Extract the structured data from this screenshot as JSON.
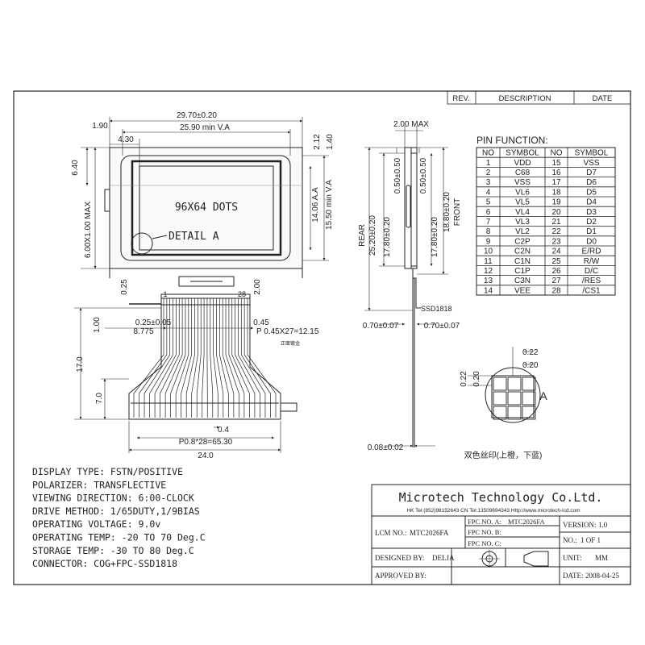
{
  "revision_header": {
    "rev": "REV.",
    "description": "DESCRIPTION",
    "date": "DATE"
  },
  "front_view": {
    "width_total": "29.70±0.20",
    "left_margin": "1.90",
    "va_width": "25.90 min V.A",
    "aa_left": "4.30",
    "top_gap": "2.12",
    "top_edge": "1.40",
    "top_height": "6.40",
    "total_height": "6.00X1.00 MAX",
    "aa_height": "14.06 A.A",
    "va_height": "15.50 min V.A",
    "dots_label": "96X64  DOTS",
    "detail_label": "DETAIL  A",
    "fpc_left_w": "0.25",
    "fpc_right_w": "2.00",
    "fpc_top": "1.00",
    "pin1": "1",
    "pin28": "28",
    "pad_w": "0.25±0.05",
    "offset": "8.775",
    "pitch_h": "0.45",
    "pitch_calc": "P 0.45X27=12.15",
    "stiffener_note": "正面镀金",
    "fpc_len": "17.0",
    "fpc_tail": "7.0",
    "finger_w": "0.4",
    "finger_pitch": "P0.8*28=65.30",
    "fpc_width": "24.0"
  },
  "side_view": {
    "max_thickness": "2.00 MAX",
    "rear_label": "REAR",
    "front_label": "FRONT",
    "total_h": "25.20±0.20",
    "glass_h": "17.80±0.20",
    "front_h": "18.80±0.20",
    "gap_left": "0.50±0.50",
    "gap_right": "0.50±0.50",
    "ic_label": "SSD1818",
    "thick_left": "0.70±0.07",
    "thick_right": "0.70±0.07",
    "fpc_thick": "0.08±0.02",
    "silk_note": "双色丝印(上橙，下蓝)"
  },
  "detail_a": {
    "label": "A",
    "d1": "0.22",
    "d2": "0.20",
    "d3": "0.22",
    "d4": "0.20"
  },
  "pin_function": {
    "title": "PIN FUNCTION:",
    "headers": [
      "NO",
      "SYMBOL",
      "NO",
      "SYMBOL"
    ],
    "rows": [
      [
        "1",
        "VDD",
        "15",
        "VSS"
      ],
      [
        "2",
        "C68",
        "16",
        "D7"
      ],
      [
        "3",
        "VSS",
        "17",
        "D6"
      ],
      [
        "4",
        "VL6",
        "18",
        "D5"
      ],
      [
        "5",
        "VL5",
        "19",
        "D4"
      ],
      [
        "6",
        "VL4",
        "20",
        "D3"
      ],
      [
        "7",
        "VL3",
        "21",
        "D2"
      ],
      [
        "8",
        "VL2",
        "22",
        "D1"
      ],
      [
        "9",
        "C2P",
        "23",
        "D0"
      ],
      [
        "10",
        "C2N",
        "24",
        "E/RD"
      ],
      [
        "11",
        "C1N",
        "25",
        "R/W"
      ],
      [
        "12",
        "C1P",
        "26",
        "D/C"
      ],
      [
        "13",
        "C3N",
        "27",
        "/RES"
      ],
      [
        "14",
        "VEE",
        "28",
        "/CS1"
      ]
    ]
  },
  "specs": [
    "DISPLAY TYPE: FSTN/POSITIVE",
    "POLARIZER: TRANSFLECTIVE",
    "VIEWING DIRECTION: 6:00-CLOCK",
    "DRIVE METHOD: 1/65DUTY,1/9BIAS",
    "OPERATING VOLTAGE: 9.0v",
    "OPERATING TEMP: -20 TO 70 Deg.C",
    "STORAGE TEMP: -30 TO 80 Deg.C",
    "CONNECTOR: COG+FPC-SSD1818"
  ],
  "title_block": {
    "company": "Microtech Technology Co.Ltd.",
    "contact": "HK Tel:(852)98152643   CN Tel:13509694343   Http://www.microtech-lcd.com",
    "lcm_no_label": "LCM NO.:",
    "lcm_no": "MTC2026FA",
    "fpc_a_label": "FPC NO. A:",
    "fpc_a": "MTC2026FA",
    "fpc_b_label": "FPC NO. B:",
    "fpc_c_label": "FPC NO. C:",
    "version_label": "VERSION:",
    "version": "1.0",
    "no_label": "NO.:",
    "no_value": "1  OF 1",
    "unit_label": "UNIT:",
    "unit": "MM",
    "designed_label": "DESIGNED BY:",
    "designed": "DELJA",
    "approved_label": "APPROVED BY:",
    "date_label": "DATE:",
    "date": "2008-04-25"
  },
  "colors": {
    "line": "#222222",
    "paper": "#ffffff",
    "glass": "#e8e8e8"
  }
}
